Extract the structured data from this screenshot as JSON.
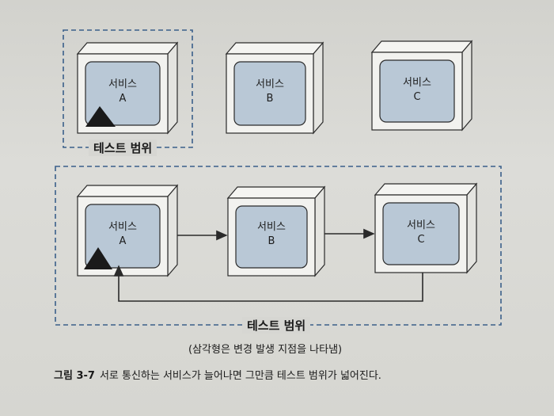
{
  "top": {
    "boxes": [
      {
        "line1": "서비스",
        "line2": "A"
      },
      {
        "line1": "서비스",
        "line2": "B"
      },
      {
        "line1": "서비스",
        "line2": "C"
      }
    ],
    "scope_label": "테스트 범위"
  },
  "bottom": {
    "boxes": [
      {
        "line1": "서비스",
        "line2": "A"
      },
      {
        "line1": "서비스",
        "line2": "B"
      },
      {
        "line1": "서비스",
        "line2": "C"
      }
    ],
    "scope_label": "테스트 범위"
  },
  "note": "(삼각형은 변경 발생 지점을 나타냄)",
  "caption": {
    "number": "그림 3-7",
    "text": "서로 통신하는 서비스가 늘어나면 그만큼 테스트 범위가 넓어진다."
  },
  "colors": {
    "screen": "#b9c8d6",
    "frame": "#f2f2ef",
    "line": "#2a2a2a",
    "triangle": "#1a1a1a"
  }
}
